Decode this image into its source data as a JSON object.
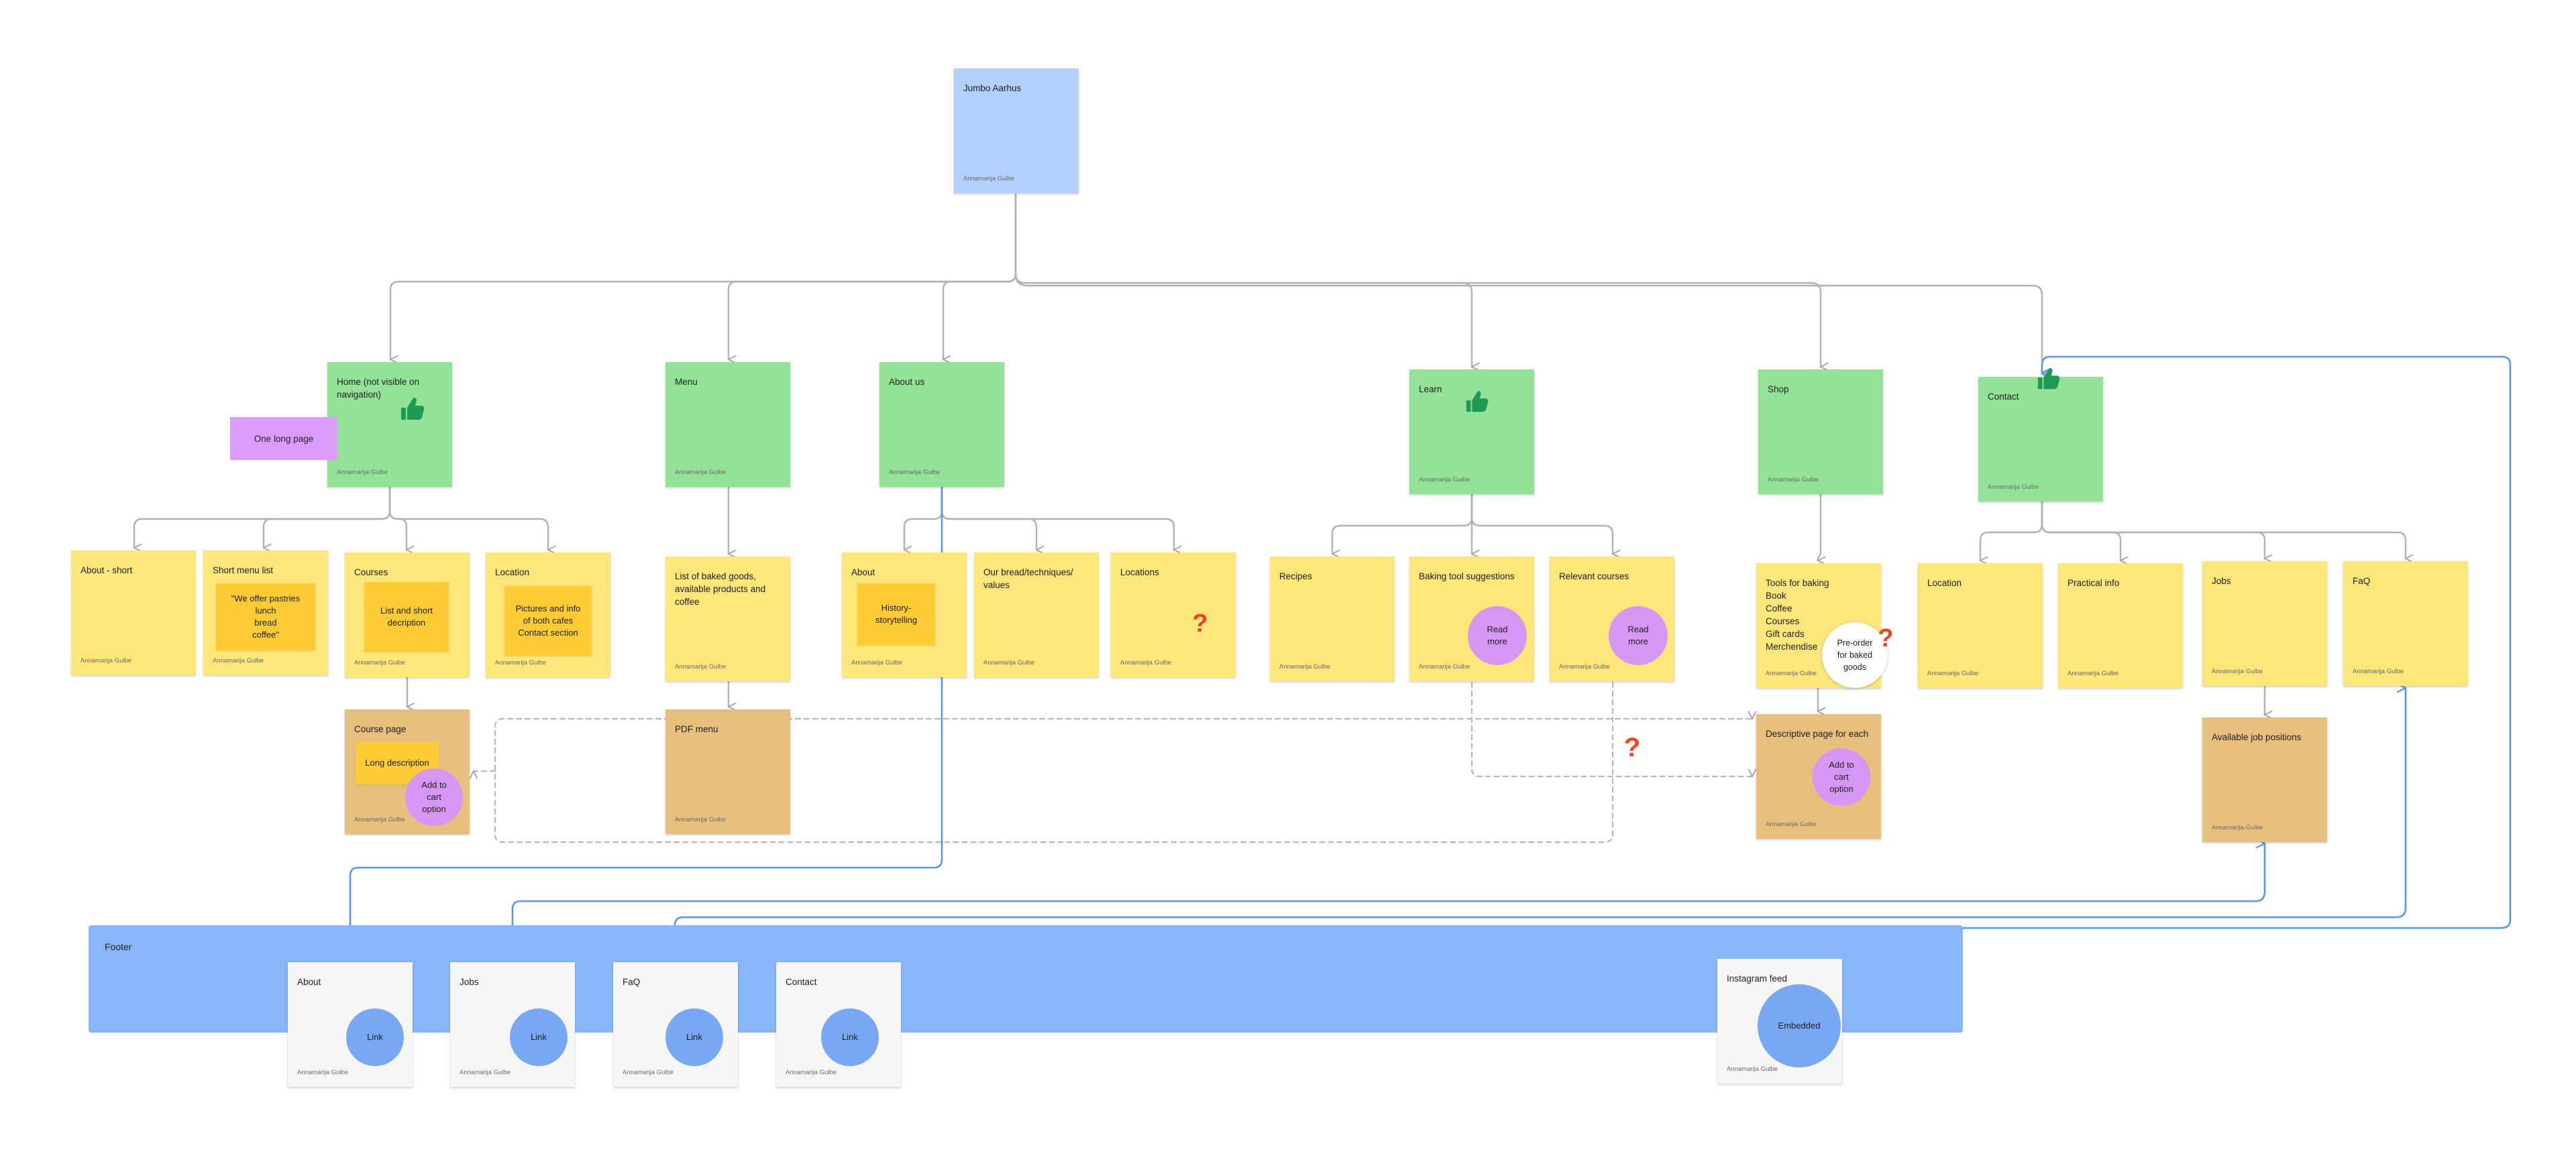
{
  "author": "Annamarija Gulbe",
  "colors": {
    "root": "#b3cffc",
    "section": "#94e297",
    "page": "#fde67a",
    "subpage": "#e7bf7f",
    "inner_note": "#fccb36",
    "label_note": "#dc9cfb",
    "circle": "#d696f3",
    "link_circle": "#78a7f4",
    "footer": "#89b6f9",
    "footer_card": "#f6f6f6",
    "connector": "#b2b2b2",
    "footer_link_line": "#5b95f0",
    "question": "#ef4423",
    "thumb": "#1f9a55"
  },
  "root": {
    "title": "Jumbo Aarhus"
  },
  "sections": {
    "home": {
      "title": "Home (not visible on navigation)",
      "label": "One long page",
      "icon": "thumbs-up-icon"
    },
    "menu": {
      "title": "Menu"
    },
    "about_us": {
      "title": "About us"
    },
    "learn": {
      "title": "Learn",
      "icon": "thumbs-up-icon"
    },
    "shop": {
      "title": "Shop"
    },
    "contact": {
      "title": "Contact",
      "icon": "thumbs-up-icon"
    }
  },
  "pages": {
    "about_short": {
      "title": "About - short"
    },
    "short_menu_list": {
      "title": "Short menu list",
      "note": "\"We offer pastries\nlunch\nbread\ncoffee\""
    },
    "courses": {
      "title": "Courses",
      "note": "List and short\ndecription"
    },
    "location_home": {
      "title": "Location",
      "note": "Pictures and info\nof both cafes\nContact section"
    },
    "menu_list": {
      "title": "List of baked goods,\navailable products and\ncoffee"
    },
    "about": {
      "title": "About",
      "note": "History-\nstorytelling"
    },
    "bread_values": {
      "title": "Our bread/techniques/\nvalues"
    },
    "locations": {
      "title": "Locations",
      "icon": "question-mark-icon"
    },
    "recipes": {
      "title": "Recipes"
    },
    "baking_tools": {
      "title": "Baking tool suggestions",
      "circle": "Read\nmore"
    },
    "relevant_courses": {
      "title": "Relevant courses",
      "circle": "Read\nmore"
    },
    "shop_list": {
      "title": "Tools for baking\nBook\nCoffee\nCourses\nGift cards\nMerchendise",
      "circle": "Pre-order\nfor baked\ngoods",
      "icon": "question-mark-icon"
    },
    "location_contact": {
      "title": "Location"
    },
    "practical_info": {
      "title": "Practical info"
    },
    "jobs": {
      "title": "Jobs"
    },
    "faq": {
      "title": "FaQ"
    }
  },
  "subpages": {
    "course_page": {
      "title": "Course page",
      "note": "Long description",
      "circle": "Add to\ncart\noption"
    },
    "pdf_menu": {
      "title": "PDF menu"
    },
    "descriptive_page": {
      "title": "Descriptive page for each",
      "circle": "Add to\ncart\noption"
    },
    "job_positions": {
      "title": "Available job positions"
    }
  },
  "floating_question_icon": "question-mark-icon",
  "footer": {
    "title": "Footer",
    "items": [
      {
        "title": "About",
        "circle": "Link"
      },
      {
        "title": "Jobs",
        "circle": "Link"
      },
      {
        "title": "FaQ",
        "circle": "Link"
      },
      {
        "title": "Contact",
        "circle": "Link"
      },
      {
        "title": "Instagram feed",
        "circle": "Embedded"
      }
    ]
  }
}
